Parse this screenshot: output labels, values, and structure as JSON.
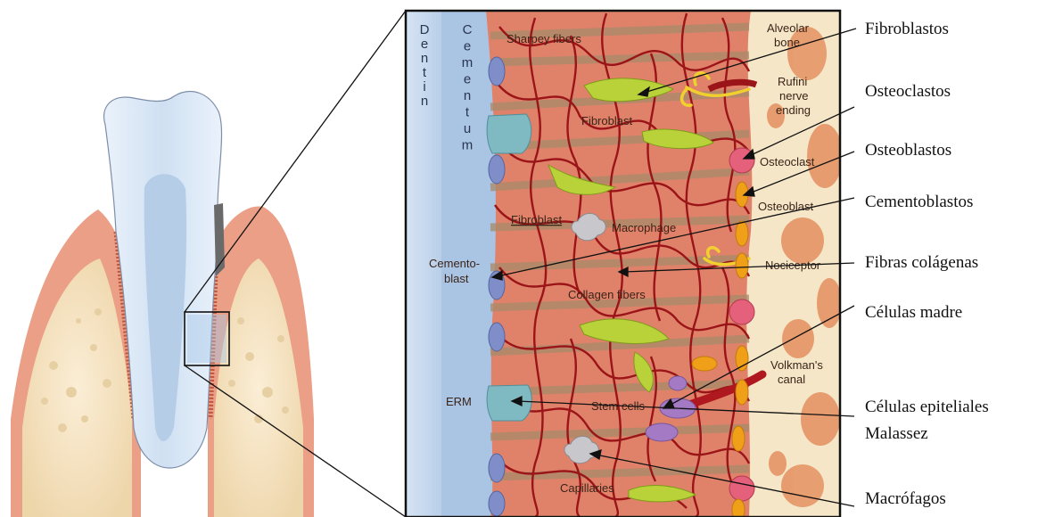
{
  "vertical_labels": {
    "dentin": "Dentin",
    "cementum": "Cementum"
  },
  "inset_labels": {
    "sharpey": "Sharpey fibers",
    "alveolar1": "Alveolar",
    "alveolar2": "bone",
    "rufini1": "Rufini",
    "rufini2": "nerve",
    "rufini3": "ending",
    "fibroblast_top": "Fibroblast",
    "osteoclast": "Osteoclast",
    "osteoblast": "Osteoblast",
    "fibroblast_mid": "Fibroblast",
    "macrophage": "Macrophage",
    "cementoblast1": "Cemento-",
    "cementoblast2": "blast",
    "nociceptor": "Nociceptor",
    "collagen": "Collagen fibers",
    "volkman1": "Volkman's",
    "volkman2": "canal",
    "erm": "ERM",
    "stem": "Stem cells",
    "capillaries": "Capillaries"
  },
  "side_labels": {
    "fibroblastos": "Fibroblastos",
    "osteoclastos": "Osteoclastos",
    "osteoblastos": "Osteoblastos",
    "cementoblastos": "Cementoblastos",
    "fibras": "Fibras colágenas",
    "celulas_madre": "Células madre",
    "epiteliales1": "Células epiteliales",
    "epiteliales2": "Malassez",
    "macrofagos": "Macrófagos"
  },
  "colors": {
    "pdl_tissue": "#e0826a",
    "collagen_red": "#9b1418",
    "collagen_band": "#a88a6a",
    "dentin_blue": "#c9dbef",
    "cementum_blue": "#9dbbe0",
    "bone_cream": "#f3e2c2",
    "fibroblast_green": "#b9d23a",
    "osteoclast_pink": "#e5607a",
    "osteoblast_orange": "#f0a018",
    "cementoblast_blue": "#7f8ec9",
    "erm_teal": "#7fb9c2",
    "stem_purple": "#a57ac4",
    "macrophage_grey": "#c8c8cc",
    "gum_pink": "#e9a089"
  }
}
